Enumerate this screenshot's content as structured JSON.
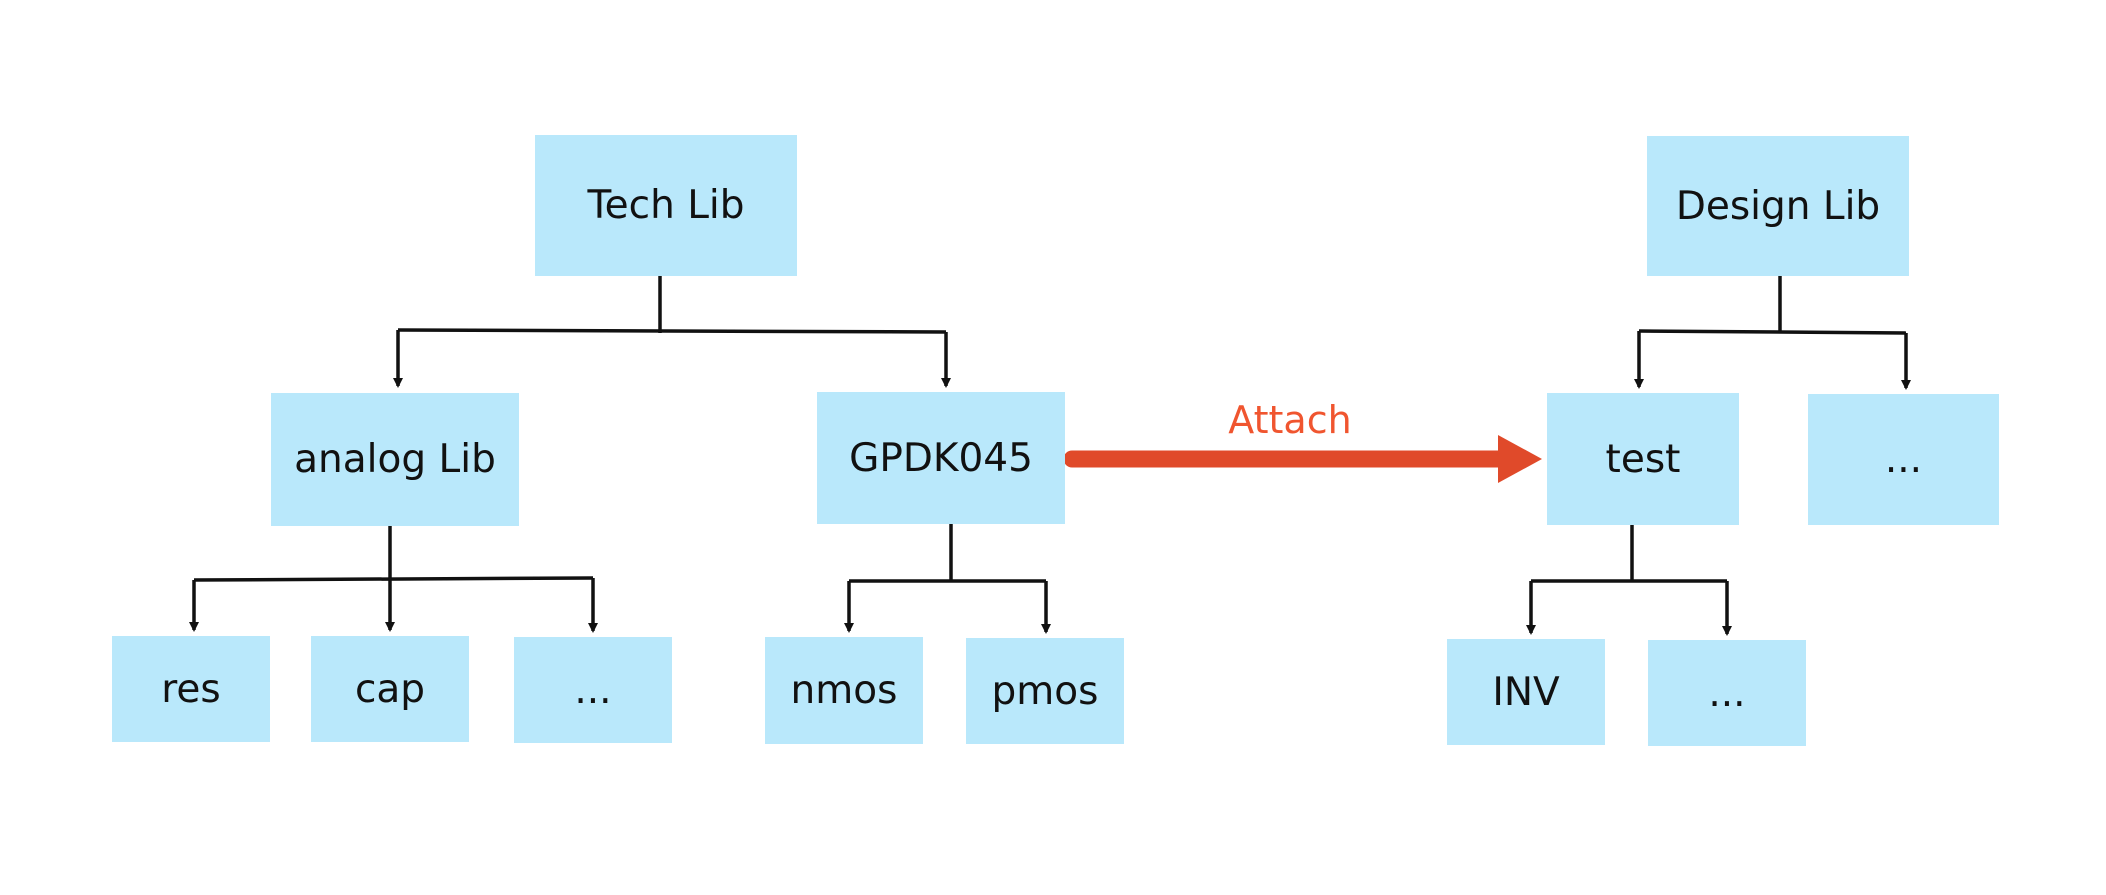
{
  "nodes": {
    "tech_lib": "Tech Lib",
    "design_lib": "Design Lib",
    "analog_lib": "analog Lib",
    "gpdk045": "GPDK045",
    "test": "test",
    "design_more": "...",
    "res": "res",
    "cap": "cap",
    "analog_more": "...",
    "nmos": "nmos",
    "pmos": "pmos",
    "inv": "INV",
    "test_more": "..."
  },
  "arrow": {
    "label": "Attach",
    "color": "#e04a2a",
    "label_color": "#f0552f"
  },
  "colors": {
    "node_fill": "#b9e8fb",
    "connector": "#111111"
  }
}
